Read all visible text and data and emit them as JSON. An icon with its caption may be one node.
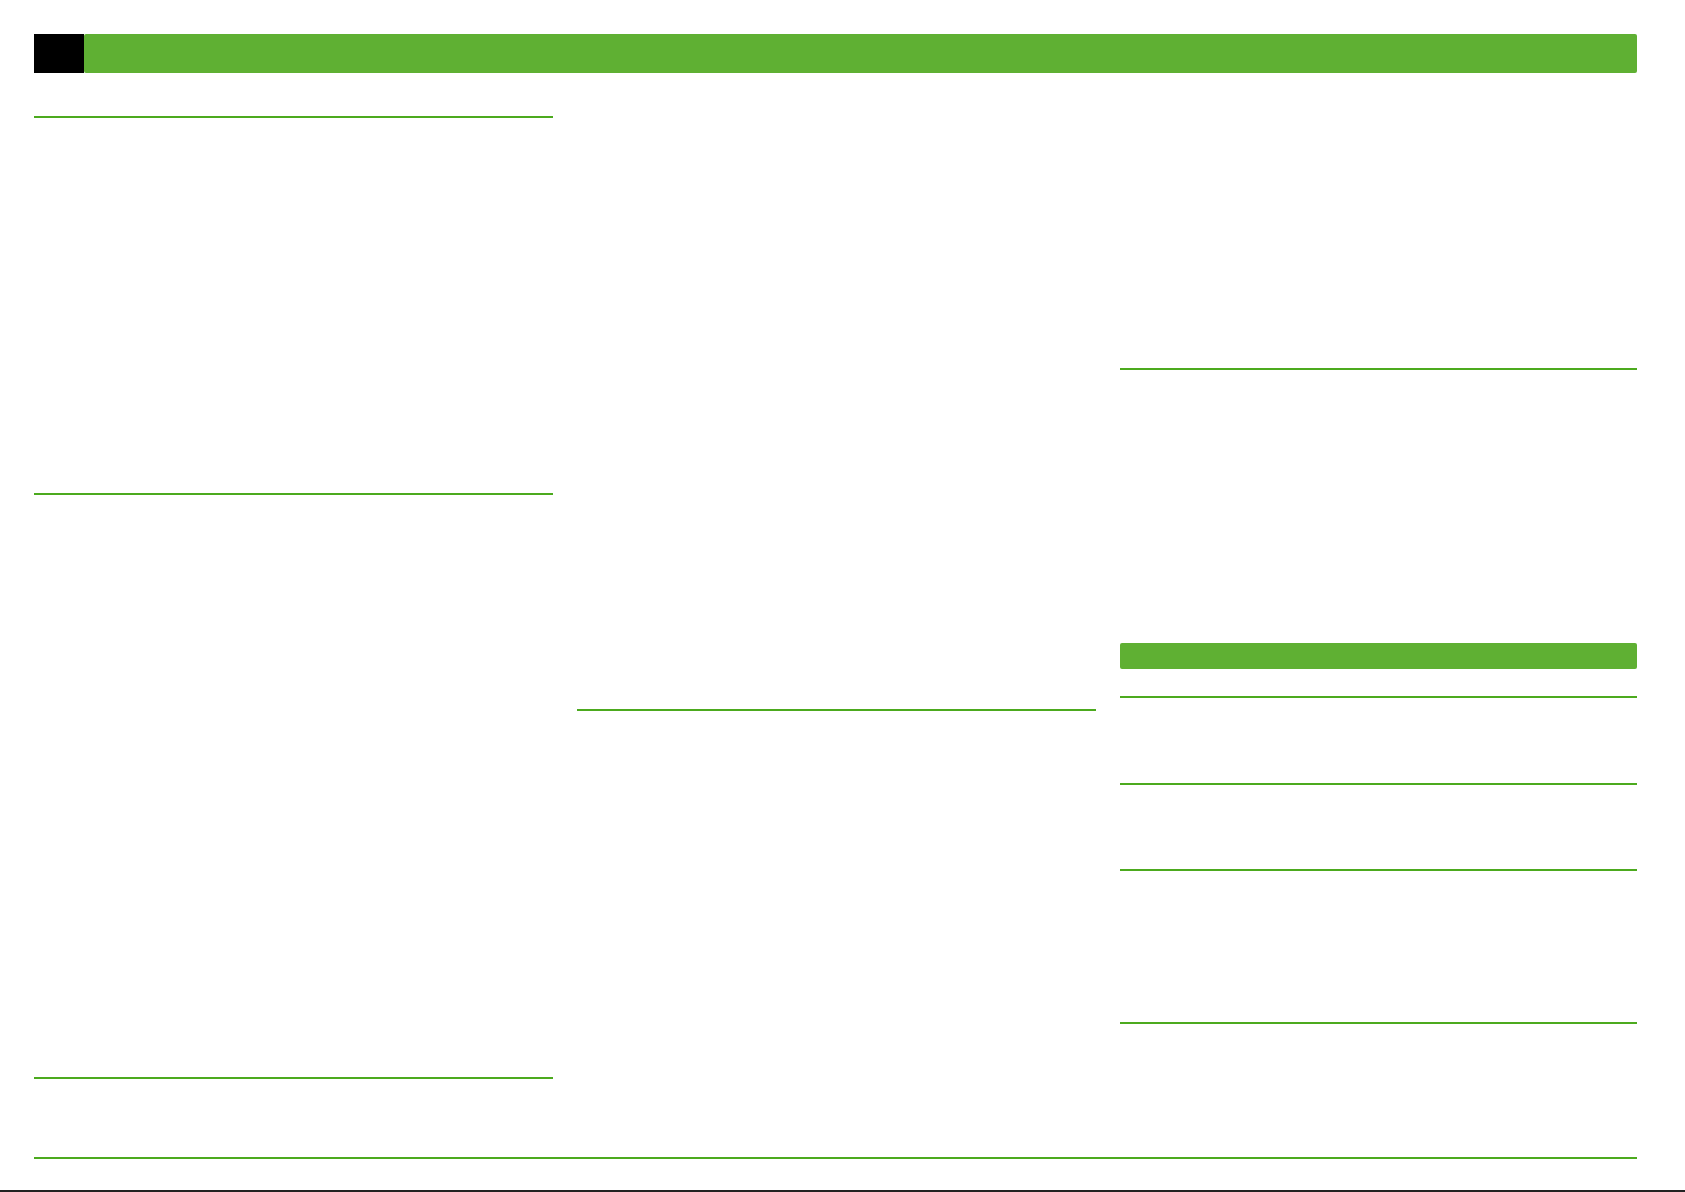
{
  "diagram": {
    "nodes": [
      {
        "text": [],
        "shape": "box"
      },
      {
        "text": [],
        "shape": "bar"
      },
      {
        "text": [],
        "shape": "bar"
      }
    ]
  }
}
